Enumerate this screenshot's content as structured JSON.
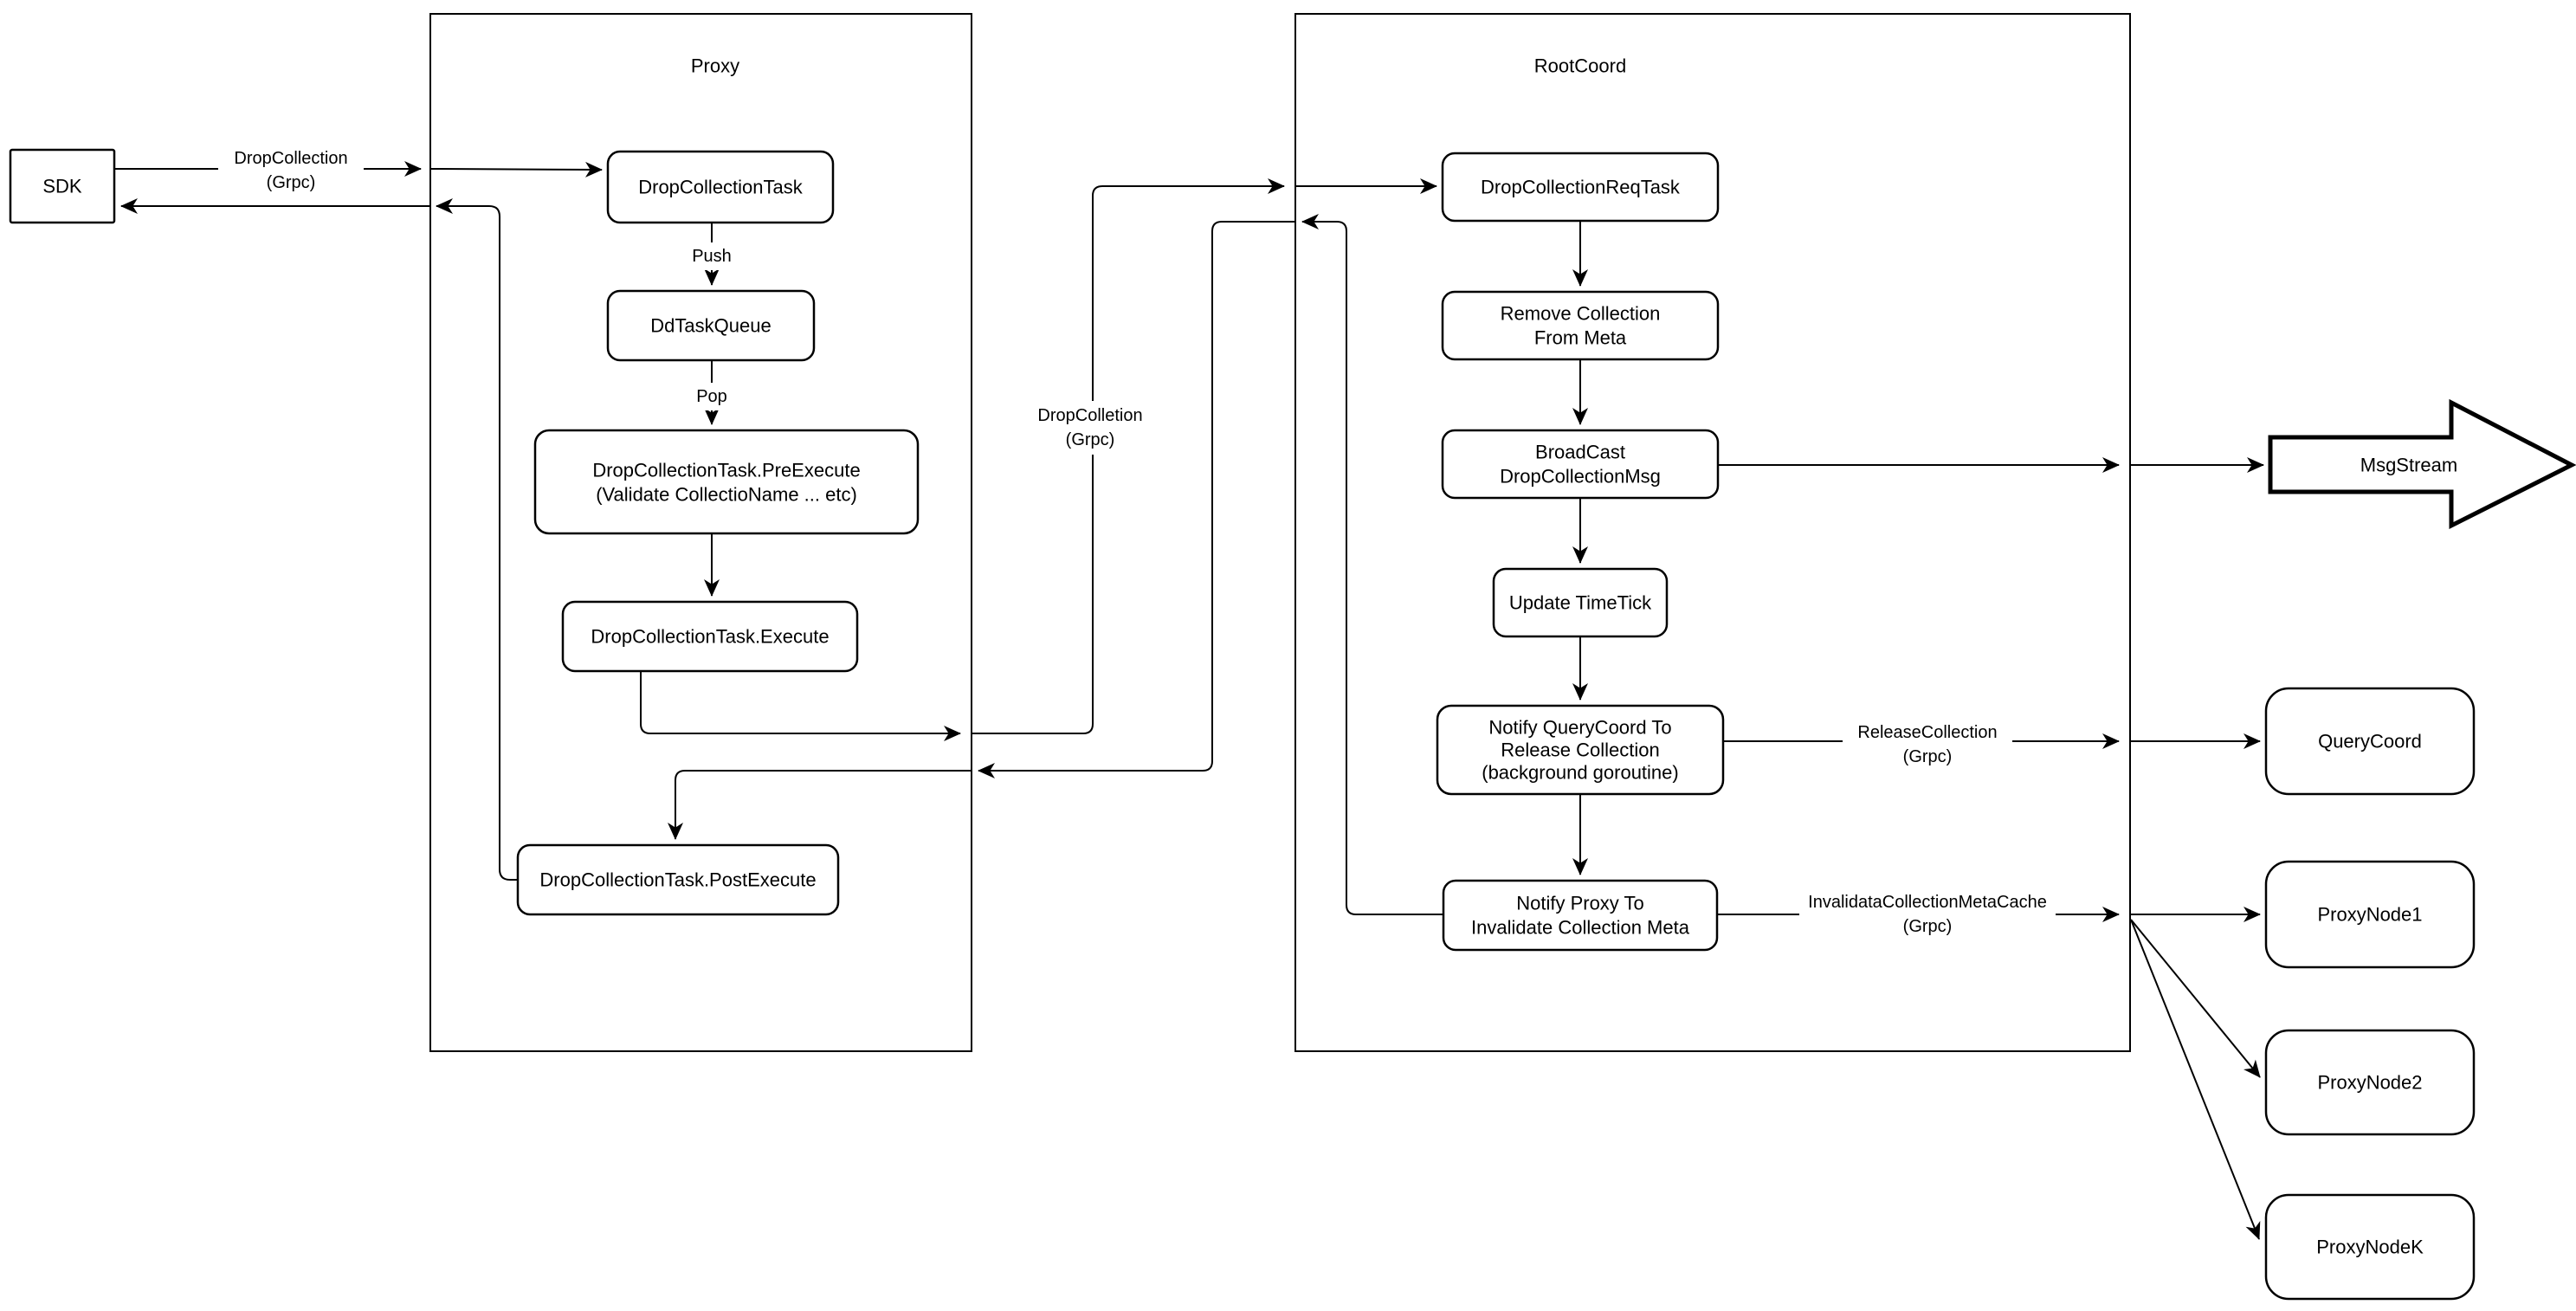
{
  "colors": {
    "line": "#000000",
    "box_fill": "#ffffff",
    "background": "#ffffff"
  },
  "containers": {
    "proxy": {
      "title": "Proxy"
    },
    "rootcoord": {
      "title": "RootCoord"
    }
  },
  "nodes": {
    "sdk": {
      "label": "SDK"
    },
    "drop_collection_task": {
      "label": "DropCollectionTask"
    },
    "dd_task_queue": {
      "label": "DdTaskQueue"
    },
    "pre_execute": {
      "line1": "DropCollectionTask.PreExecute",
      "line2": "(Validate CollectioName ... etc)"
    },
    "execute": {
      "label": "DropCollectionTask.Execute"
    },
    "post_execute": {
      "label": "DropCollectionTask.PostExecute"
    },
    "drop_collection_req_task": {
      "label": "DropCollectionReqTask"
    },
    "remove_collection": {
      "line1": "Remove Collection",
      "line2": "From Meta"
    },
    "broadcast": {
      "line1": "BroadCast",
      "line2": "DropCollectionMsg"
    },
    "update_timetick": {
      "label": "Update TimeTick"
    },
    "notify_querycoord": {
      "line1": "Notify QueryCoord To",
      "line2": "Release Collection",
      "line3": "(background goroutine)"
    },
    "notify_proxy": {
      "line1": "Notify Proxy To",
      "line2": "Invalidate Collection Meta"
    },
    "msgstream": {
      "label": "MsgStream"
    },
    "querycoord": {
      "label": "QueryCoord"
    },
    "proxynode1": {
      "label": "ProxyNode1"
    },
    "proxynode2": {
      "label": "ProxyNode2"
    },
    "proxynodek": {
      "label": "ProxyNodeK"
    }
  },
  "edge_labels": {
    "sdk_grpc": {
      "line1": "DropCollection",
      "line2": "(Grpc)"
    },
    "push": "Push",
    "pop": "Pop",
    "proxy_grpc": {
      "line1": "DropColletion",
      "line2": "(Grpc)"
    },
    "release": {
      "line1": "ReleaseCollection",
      "line2": "(Grpc)"
    },
    "invalidate": {
      "line1": "InvalidataCollectionMetaCache",
      "line2": "(Grpc)"
    }
  }
}
